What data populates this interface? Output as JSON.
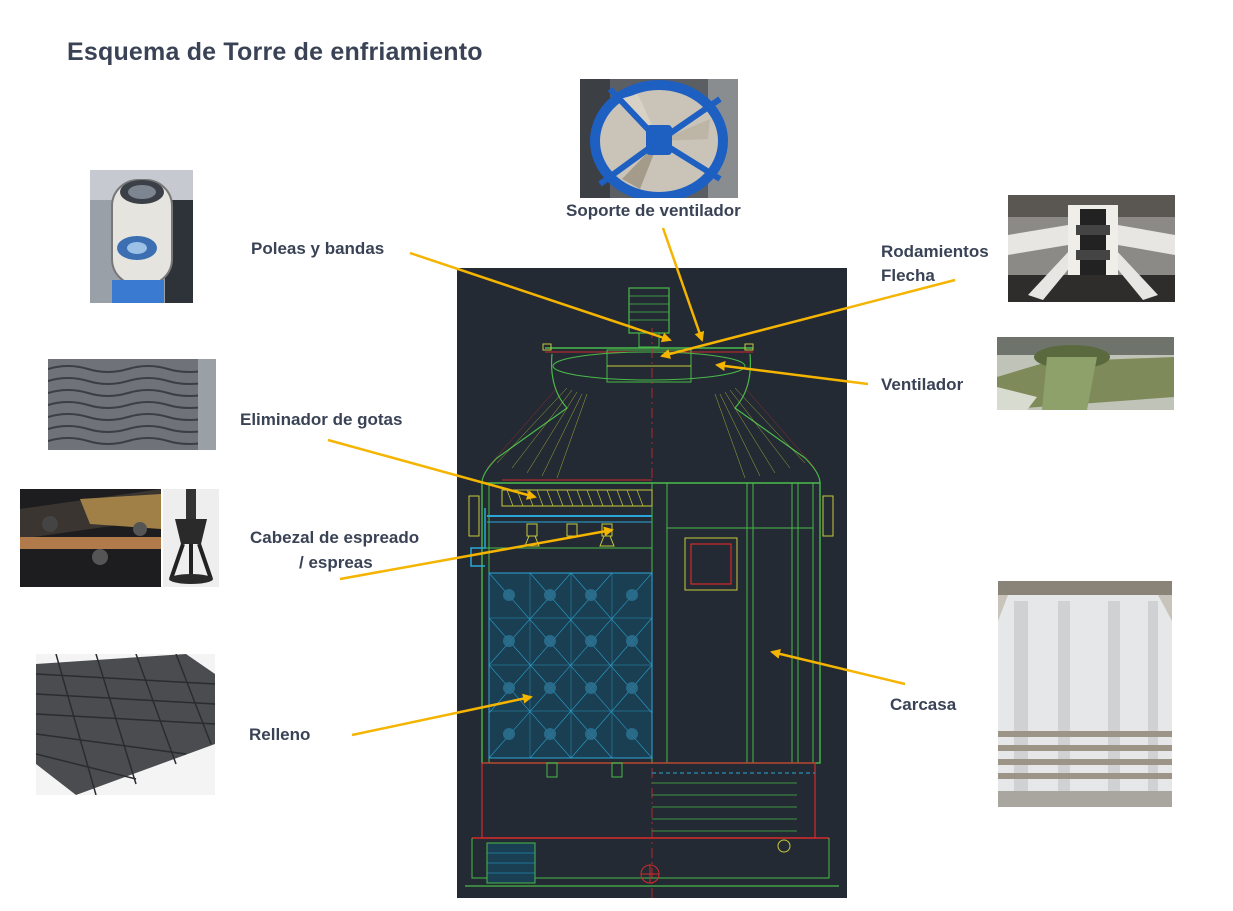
{
  "title": "Esquema de Torre de enfriamiento",
  "labels": {
    "soporte": "Soporte de ventilador",
    "poleas": "Poleas y bandas",
    "rodamientos_1": "Rodamientos",
    "rodamientos_2": "Flecha",
    "ventilador": "Ventilador",
    "eliminador": "Eliminador de gotas",
    "cabezal_1": "Cabezal de espreado",
    "cabezal_2": "/ espreas",
    "relleno": "Relleno",
    "carcasa": "Carcasa"
  },
  "colors": {
    "arrow": "#f5b400",
    "drawing_bg": "#232a33",
    "label_text": "#3a4356"
  },
  "icons": [
    "fan-photo",
    "pulley-photo",
    "bearings-photo",
    "fan-housing-photo",
    "drift-eliminator-photo",
    "spray-nozzle-photo",
    "fill-media-photo",
    "casing-photo",
    "cooling-tower-cad-drawing"
  ]
}
